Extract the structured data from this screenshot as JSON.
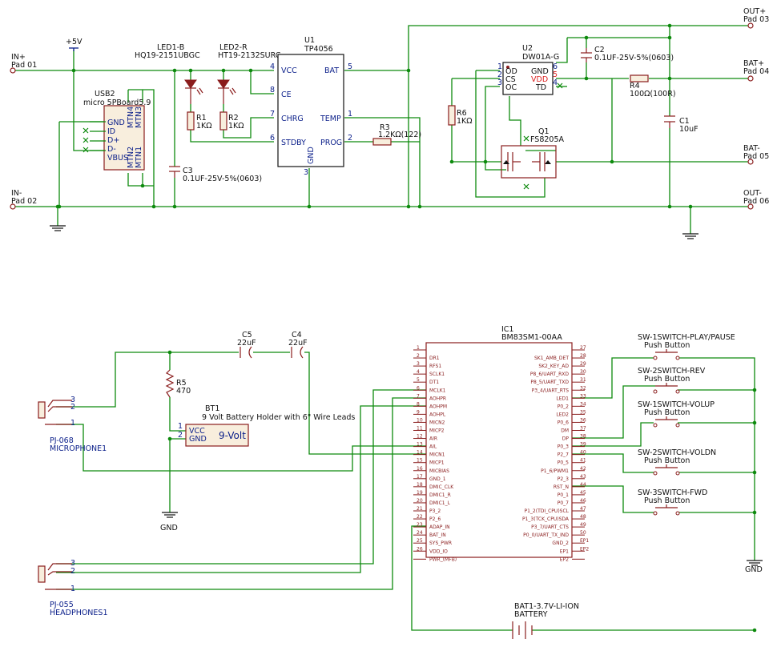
{
  "top": {
    "in_plus": "IN+",
    "pad01": "Pad 01",
    "in_minus": "IN-",
    "pad02": "Pad 02",
    "out_plus": "OUT+",
    "pad03": "Pad 03",
    "bat_plus": "BAT+",
    "pad04": "Pad 04",
    "bat_minus": "BAT-",
    "pad05": "Pad 05",
    "out_minus": "OUT-",
    "pad06": "Pad 06",
    "plus5v": "+5V",
    "led1_ref": "LED1-B",
    "led1_val": "HQ19-2151UBGC",
    "led2_ref": "LED2-R",
    "led2_val": "HT19-2132SURC",
    "u1_ref": "U1",
    "u1_val": "TP4056",
    "u1_vcc": "VCC",
    "u1_ce": "CE",
    "u1_chrg": "CHRG",
    "u1_stdby": "STDBY",
    "u1_bat": "BAT",
    "u1_temp": "TEMP",
    "u1_prog": "PROG",
    "u1_gnd": "GND",
    "u1_p4": "4",
    "u1_p8": "8",
    "u1_p7": "7",
    "u1_p6": "6",
    "u1_p5": "5",
    "u1_p1": "1",
    "u1_p2": "2",
    "u1_p3": "3",
    "usb_ref": "USB2",
    "usb_val": "micro 5PBoard5.9",
    "usb_gnd": "GND",
    "usb_id": "ID",
    "usb_dp": "D+",
    "usb_dm": "D-",
    "usb_vbus": "VBUS",
    "usb_mtn4": "MTN4",
    "usb_mtn3": "MTN3",
    "usb_mtn2": "MTN2",
    "usb_mtn1": "MTN1",
    "r1_ref": "R1",
    "r1_val": "1KΩ",
    "r2_ref": "R2",
    "r2_val": "1KΩ",
    "r3_ref": "R3",
    "r3_val": "1.2KΩ(122)",
    "c3_ref": "C3",
    "c3_val": "0.1UF-25V-5%(0603)",
    "u2_ref": "U2",
    "u2_val": "DW01A-G",
    "u2_od": "OD",
    "u2_cs": "CS",
    "u2_oc": "OC",
    "u2_gnd": "GND",
    "u2_vdd": "VDD",
    "u2_td": "TD",
    "u2_p1": "1",
    "u2_p2": "2",
    "u2_p3": "3",
    "u2_p6": "6",
    "u2_p5": "5",
    "u2_p4": "4",
    "c2_ref": "C2",
    "c2_val": "0.1UF-25V-5%(0603)",
    "r4_ref": "R4",
    "r4_val": "100Ω(100R)",
    "c1_ref": "C1",
    "c1_val": "10uF",
    "r6_ref": "R6",
    "r6_val": "1KΩ",
    "q1_ref": "Q1",
    "q1_val": "FS8205A"
  },
  "bottom": {
    "ic1_ref": "IC1",
    "ic1_val": "BM83SM1-00AA",
    "left_pins": [
      {
        "num": "1",
        "name": ""
      },
      {
        "num": "2",
        "name": "DR1"
      },
      {
        "num": "3",
        "name": "RFS1"
      },
      {
        "num": "4",
        "name": "SCLK1"
      },
      {
        "num": "5",
        "name": "DT1"
      },
      {
        "num": "6",
        "name": "MCLK1"
      },
      {
        "num": "7",
        "name": "AOHPR"
      },
      {
        "num": "8",
        "name": "AOHPM"
      },
      {
        "num": "9",
        "name": "AOHPL"
      },
      {
        "num": "10",
        "name": "MICN2"
      },
      {
        "num": "11",
        "name": "MICP2"
      },
      {
        "num": "12",
        "name": "AIR"
      },
      {
        "num": "13",
        "name": "AIL"
      },
      {
        "num": "14",
        "name": "MICN1"
      },
      {
        "num": "15",
        "name": "MICP1"
      },
      {
        "num": "16",
        "name": "MICBIAS"
      },
      {
        "num": "17",
        "name": "GND_1"
      },
      {
        "num": "18",
        "name": "DMIC_CLK"
      },
      {
        "num": "19",
        "name": "DMIC1_R"
      },
      {
        "num": "20",
        "name": "DMIC1_L"
      },
      {
        "num": "21",
        "name": "P3_2"
      },
      {
        "num": "22",
        "name": "P2_6"
      },
      {
        "num": "23",
        "name": "ADAP_IN"
      },
      {
        "num": "24",
        "name": "BAT_IN"
      },
      {
        "num": "25",
        "name": "SYS_PWR"
      },
      {
        "num": "26",
        "name": "VDD_IO"
      },
      {
        "num": "",
        "name": "PWR_(MFB)"
      }
    ],
    "right_pins": [
      {
        "num": "27",
        "name": ""
      },
      {
        "num": "28",
        "name": "SK1_AMB_DET"
      },
      {
        "num": "29",
        "name": "SK2_KEY_AD"
      },
      {
        "num": "30",
        "name": "P8_6/UART_RXD"
      },
      {
        "num": "31",
        "name": "P8_5/UART_TXD"
      },
      {
        "num": "32",
        "name": "P3_4/UART_RTS"
      },
      {
        "num": "33",
        "name": "LED1"
      },
      {
        "num": "34",
        "name": "P0_2"
      },
      {
        "num": "35",
        "name": "LED2"
      },
      {
        "num": "36",
        "name": "P0_6"
      },
      {
        "num": "37",
        "name": "DM"
      },
      {
        "num": "38",
        "name": "DP"
      },
      {
        "num": "39",
        "name": "P0_3"
      },
      {
        "num": "40",
        "name": "P2_7"
      },
      {
        "num": "41",
        "name": "P0_5"
      },
      {
        "num": "42",
        "name": "P1_6/PWM1"
      },
      {
        "num": "43",
        "name": "P2_3"
      },
      {
        "num": "44",
        "name": "RST_N"
      },
      {
        "num": "45",
        "name": "P0_1"
      },
      {
        "num": "46",
        "name": "P0_7"
      },
      {
        "num": "47",
        "name": "P1_2(TDI_CPU)SCL"
      },
      {
        "num": "48",
        "name": "P1_3(TCK_CPU)SDA"
      },
      {
        "num": "49",
        "name": "P3_7/UART_CTS"
      },
      {
        "num": "50",
        "name": "P0_0/UART_TX_IND"
      },
      {
        "num": "EP1",
        "name": "GND_2"
      },
      {
        "num": "EP2",
        "name": "EP1"
      },
      {
        "num": "",
        "name": "EP2"
      }
    ],
    "c5_ref": "C5",
    "c5_val": "22uF",
    "c4_ref": "C4",
    "c4_val": "22uF",
    "r5_ref": "R5",
    "r5_val": "470",
    "bt1_ref": "BT1",
    "bt1_val": "9 Volt Battery Holder with 6\" Wire Leads",
    "bt1_vcc": "VCC",
    "bt1_gnd": "GND",
    "bt1_label": "9-Volt",
    "bt1_p1": "1",
    "bt1_p2": "2",
    "gnd_left": "GND",
    "gnd_right": "GND",
    "mic_ref": "PJ-068",
    "mic_val": "MICROPHONE1",
    "mic_p3": "3",
    "mic_p2": "2",
    "mic_p1": "1",
    "hp_ref": "PJ-055",
    "hp_val": "HEADPHONES1",
    "hp_p3": "3",
    "hp_p2": "2",
    "hp_p1": "1",
    "bat1_ref": "BAT1-3.7V-LI-ION",
    "bat1_val": "BATTERY",
    "switches": [
      {
        "ref": "SW-1SWITCH-PLAY/PAUSE",
        "val": "Push Button"
      },
      {
        "ref": "SW-2SWITCH-REV",
        "val": "Push Button"
      },
      {
        "ref": "SW-1SWITCH-VOLUP",
        "val": "Push Button"
      },
      {
        "ref": "SW-2SWITCH-VOLDN",
        "val": "Push Button"
      },
      {
        "ref": "SW-3SWITCH-FWD",
        "val": "Push Button"
      }
    ]
  }
}
